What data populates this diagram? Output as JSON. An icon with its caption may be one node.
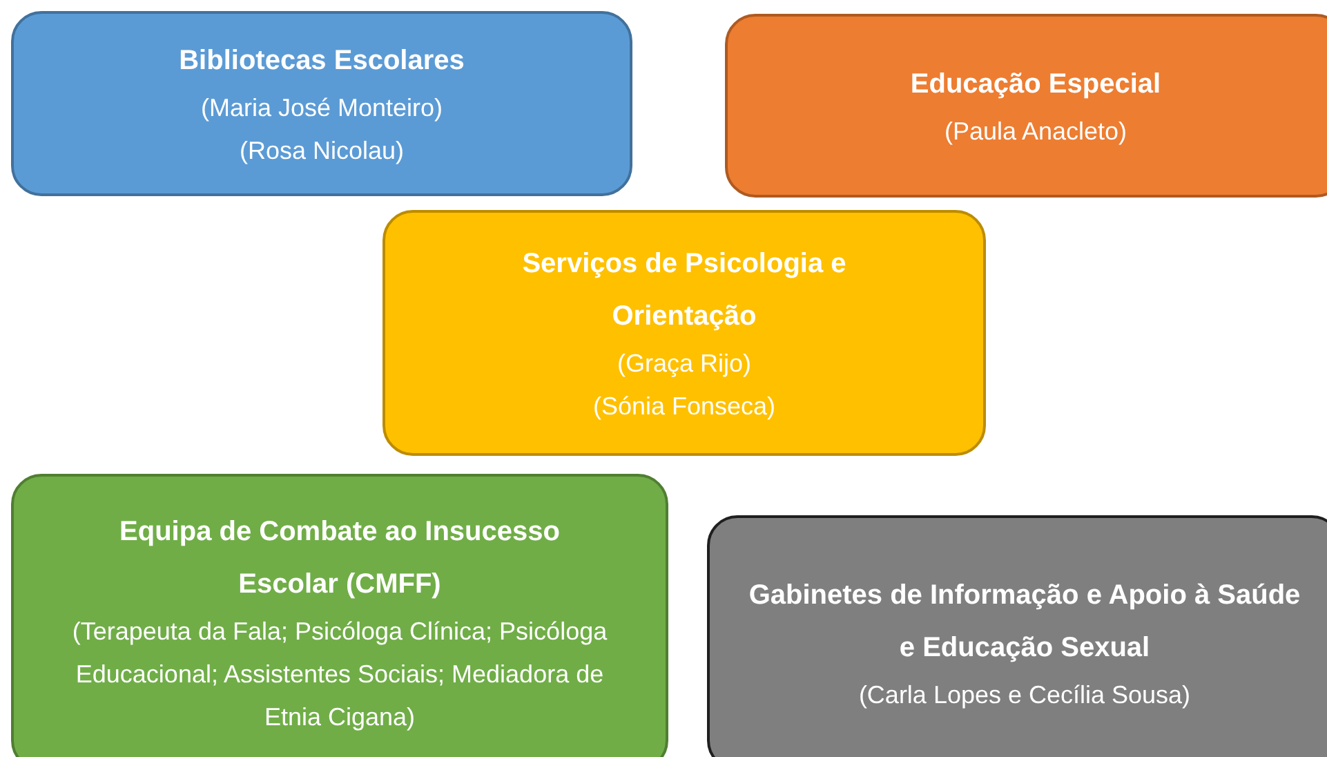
{
  "diagram": {
    "nodes": [
      {
        "text": [
          "Bibliotecas Escolares",
          "(Maria José Monteiro)",
          "(Rosa Nicolau)"
        ]
      },
      {
        "text": [
          "Educação Especial",
          "(Paula Anacleto)"
        ]
      },
      {
        "text": [
          "Serviços de Psicologia e Orientação",
          "(Graça Rijo)",
          "(Sónia Fonseca)"
        ]
      },
      {
        "text": [
          "Equipa de Combate ao Insucesso Escolar (CMFF)",
          "(Terapeuta da Fala; Psicóloga Clínica; Psicóloga Educacional; Assistentes Sociais; Mediadora de Etnia Cigana)"
        ]
      },
      {
        "text": [
          "Gabinetes de Informação e Apoio à Saúde e Educação Sexual",
          "(Carla Lopes e Cecília Sousa)"
        ]
      }
    ]
  }
}
